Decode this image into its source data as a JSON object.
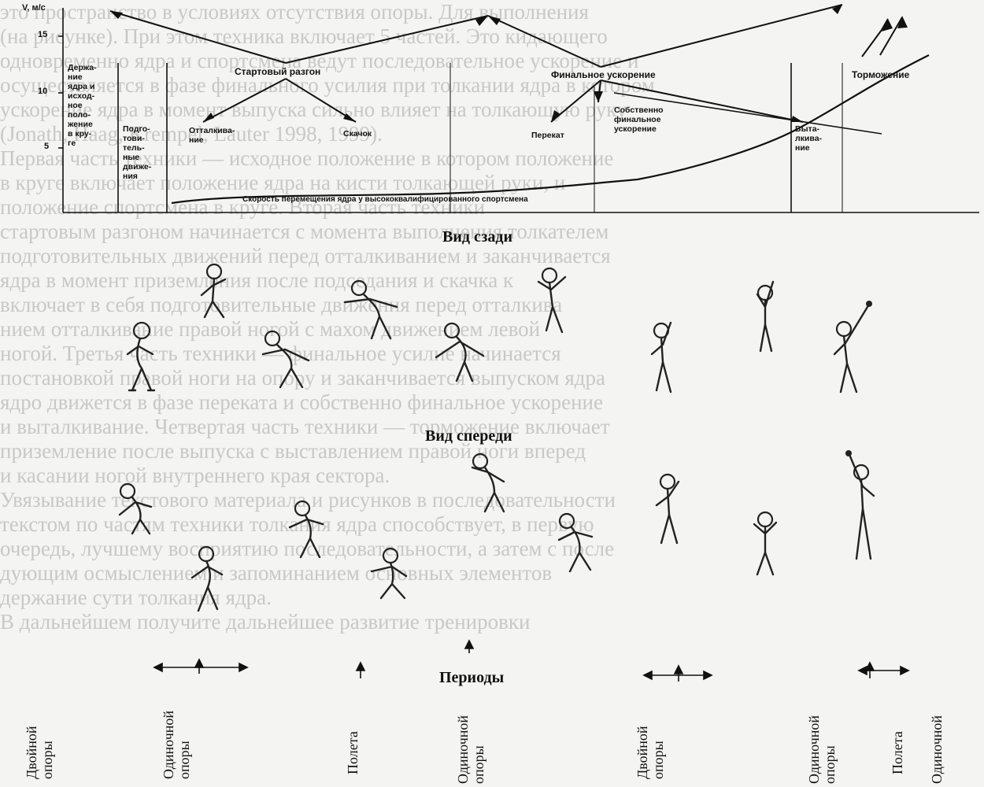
{
  "background_text": [
    "это пространство в условиях отсутствия опоры. Для выполнения",
    "(на рисунке). При этом техника включает 5 частей. Это кидающего",
    "одновременно ядра и спортсмена ведут последовательное ускорение и",
    "осуществляется в фазе финального усилия при толкании ядра в котором",
    "ускорение ядра в момент выпуска сильно влияет на толкающую руку",
    "(Jonath, Haag, Krempel, Lauter 1998, 1999).",
    "Первая часть техники — исходное положение в котором положение",
    "в круге включает положение ядра на кисти толкающей руки, и",
    "положение спортсмена в круге. Вторая часть техники",
    "стартовым разгоном начинается с момента выполнения толкателем",
    "подготовительных движений перед отталкиванием и заканчивается",
    "ядра в момент приземления после подседания и скачка к",
    "включает в себя подготовительные движения перед отталкива",
    "нием отталкивание правой ногой с махом движением левой",
    "ногой. Третья часть техники — финальное усилие начинается",
    "постановкой правой ноги на опору и заканчивается выпуском ядра",
    "ядро движется в фазе переката и собственно финальное ускорение",
    "и выталкивание. Четвертая часть техники — торможение включает",
    "приземление после выпуска с выставлением правой ноги вперед",
    "и касании ногой внутреннего края сектора.",
    "Увязывание текстового материала и рисунков в последовательности",
    "текстом по частям техники толкания ядра способствует, в первую",
    "очередь, лучшему восприятию последовательности, а затем с после",
    "дующим осмыслением и запоминанием основных элементов",
    "держание сути толкания ядра.",
    "В дальнейшем получите дальнейшее развитие тренировки"
  ],
  "axis": {
    "ylabel": "V, м/с",
    "ticks": [
      "15",
      "10",
      "5"
    ]
  },
  "phases": {
    "start": "Стартовый разгон",
    "final": "Финальное ускорение",
    "braking": "Торможение"
  },
  "stages": {
    "initial": [
      "Держа-",
      "ние",
      "ядра и",
      "исход-",
      "ное",
      "поло-",
      "жение",
      "в кру-",
      "ге"
    ],
    "prep": [
      "Подго-",
      "тови-",
      "тель-",
      "ные",
      "движе-",
      "ния"
    ],
    "push": [
      "Отталкива-",
      "ние"
    ],
    "jump": "Скачок",
    "roll": "Перекат",
    "own": [
      "Собственно",
      "финальное",
      "ускорение"
    ],
    "push_out": [
      "Выта-",
      "лкива-",
      "ние"
    ]
  },
  "speed_label": "Скорость перемещения ядра у высококвалифицированного спортсмена",
  "sections": {
    "rear": "Вид сзади",
    "front": "Вид спереди",
    "periods": "Периоды"
  },
  "supports": [
    [
      "Двойной",
      "опоры"
    ],
    [
      "Одиночной",
      "опоры"
    ],
    [
      "Полета"
    ],
    [
      "Одиночной",
      "опоры"
    ],
    [
      "Двойной",
      "опоры"
    ],
    [
      "Одиночной",
      "опоры"
    ],
    [
      "Полета"
    ],
    [
      "Одиночной"
    ]
  ]
}
